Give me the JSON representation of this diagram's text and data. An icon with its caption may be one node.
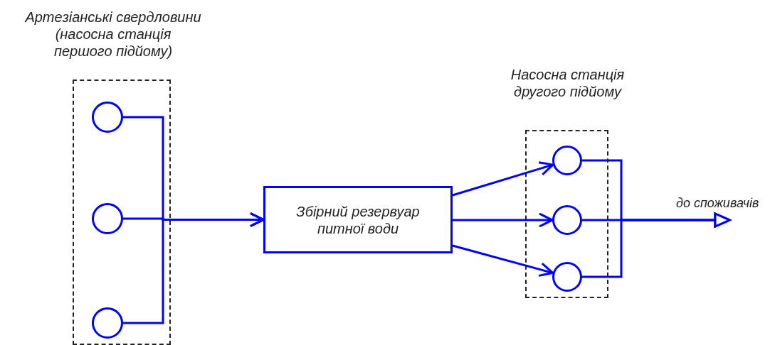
{
  "diagram": {
    "nodes": [
      {
        "text": [
          "Артезіанські свердловини (насосна станція першого підйому)"
        ]
      },
      {
        "text": [],
        "shape": "circle",
        "in": 0
      },
      {
        "text": [],
        "shape": "circle",
        "in": 0
      },
      {
        "text": [],
        "shape": "circle",
        "in": 0
      },
      {
        "text": [
          "Збірний резервуар питної води"
        ]
      },
      {
        "text": [
          "Насосна станція другого підйому"
        ]
      },
      {
        "text": [],
        "shape": "circle",
        "in": 5
      },
      {
        "text": [],
        "shape": "circle",
        "in": 5
      },
      {
        "text": [],
        "shape": "circle",
        "in": 5
      }
    ],
    "edges": [
      {
        "from": 1,
        "to": 4,
        "arrow": "to"
      },
      {
        "from": 2,
        "to": 4,
        "arrow": "to"
      },
      {
        "from": 3,
        "to": 4,
        "arrow": "to"
      },
      {
        "from": 4,
        "to": 6,
        "arrow": "to"
      },
      {
        "from": 4,
        "to": 7,
        "arrow": "to"
      },
      {
        "from": 4,
        "to": 8,
        "arrow": "to"
      },
      {
        "from": 6,
        "to": null,
        "arrow": "to"
      },
      {
        "from": 7,
        "to": null,
        "arrow": "to",
        "label": "до споживачів"
      },
      {
        "from": 8,
        "to": null,
        "arrow": "to"
      }
    ]
  }
}
